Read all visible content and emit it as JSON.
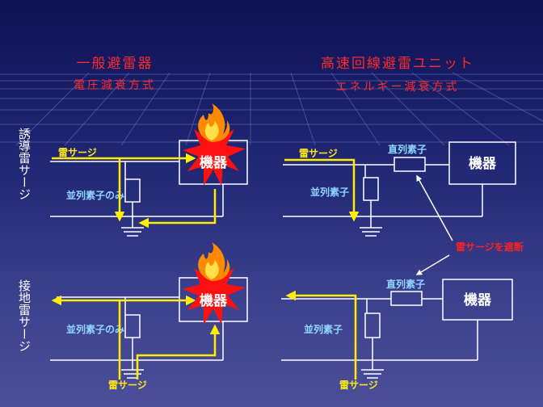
{
  "left_header": {
    "line1": "一般避雷器",
    "line2": "電圧減衰方式"
  },
  "right_header": {
    "line1": "高速回線避雷ユニット",
    "line2": "エネルギー減衰方式"
  },
  "row_labels": {
    "induced": "誘導雷サージ",
    "ground": "接地雷サージ"
  },
  "labels": {
    "surge": "雷サージ",
    "parallel_only": "並列素子のみ",
    "parallel": "並列素子",
    "series": "直列素子",
    "device": "機器",
    "block": "雷サージを遮断"
  },
  "colors": {
    "header": "#ff2a2a",
    "surge": "#ffee00",
    "parallel_label": "#8fd6ff",
    "wire": "#ffffff"
  }
}
